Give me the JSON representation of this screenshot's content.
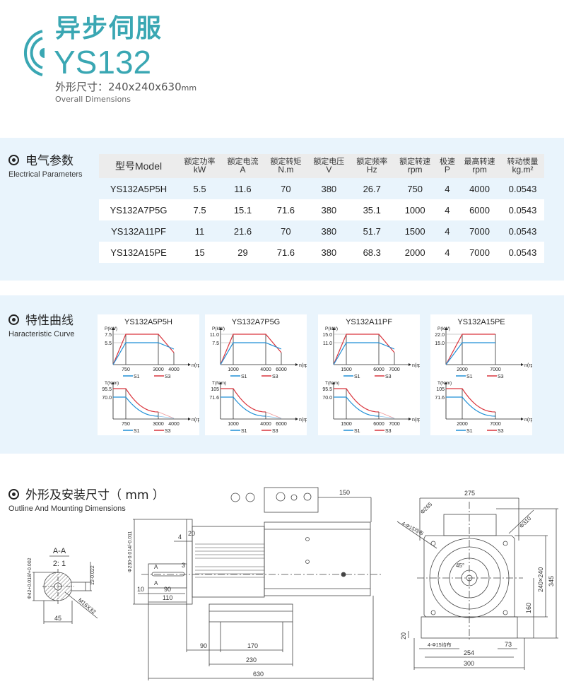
{
  "header": {
    "title_cn": "异步伺服",
    "model": "YS132",
    "dimensions_label": "外形尺寸：240x240x630",
    "dimensions_unit": "mm",
    "dimensions_en": "Overall Dimensions",
    "brand_color": "#3aa7b3"
  },
  "electrical": {
    "title": "电气参数",
    "title_en": "Electrical Parameters",
    "headers": [
      {
        "cn": "型号Model",
        "unit": ""
      },
      {
        "cn": "额定功率",
        "unit": "kW"
      },
      {
        "cn": "额定电流",
        "unit": "A"
      },
      {
        "cn": "额定转矩",
        "unit": "N.m"
      },
      {
        "cn": "额定电压",
        "unit": "V"
      },
      {
        "cn": "额定频率",
        "unit": "Hz"
      },
      {
        "cn": "额定转速",
        "unit": "rpm"
      },
      {
        "cn": "极速",
        "unit": "P"
      },
      {
        "cn": "最高转速",
        "unit": "rpm"
      },
      {
        "cn": "转动惯量",
        "unit": "kg.m²"
      }
    ],
    "rows": [
      [
        "YS132A5P5H",
        "5.5",
        "11.6",
        "70",
        "380",
        "26.7",
        "750",
        "4",
        "4000",
        "0.0543"
      ],
      [
        "YS132A7P5G",
        "7.5",
        "15.1",
        "71.6",
        "380",
        "35.1",
        "1000",
        "4",
        "6000",
        "0.0543"
      ],
      [
        "YS132A11PF",
        "11",
        "21.6",
        "70",
        "380",
        "51.7",
        "1500",
        "4",
        "7000",
        "0.0543"
      ],
      [
        "YS132A15PE",
        "15",
        "29",
        "71.6",
        "380",
        "68.3",
        "2000",
        "4",
        "7000",
        "0.0543"
      ]
    ]
  },
  "curves": {
    "title": "特性曲线",
    "title_en": "Haracteristic Curve"
  },
  "chart_data": [
    {
      "type": "line",
      "title": "YS132A5P5H",
      "p_ylabel": "P(kW)",
      "t_ylabel": "T(N.m)",
      "xlabel": "n(rpm)",
      "p_ticks": [
        "7.5",
        "5.5"
      ],
      "t_ticks": [
        "95.5",
        "70.0"
      ],
      "x_ticks": [
        "750",
        "3000",
        "4000"
      ],
      "rated_speed": 750,
      "const_power_end": 3000,
      "max_speed": 4000,
      "s1_power": 5.5,
      "s3_power": 7.5,
      "s1_torque": 70.0,
      "s3_torque": 95.5,
      "legend": [
        "S1",
        "S3"
      ],
      "colors": {
        "S1": "#1f8fd6",
        "S3": "#d9343c"
      }
    },
    {
      "type": "line",
      "title": "YS132A7P5G",
      "p_ylabel": "P(kW)",
      "t_ylabel": "T(N.m)",
      "xlabel": "n(rpm)",
      "p_ticks": [
        "11.0",
        "7.5"
      ],
      "t_ticks": [
        "105",
        "71.6"
      ],
      "x_ticks": [
        "1000",
        "4000",
        "6000"
      ],
      "rated_speed": 1000,
      "const_power_end": 4000,
      "max_speed": 6000,
      "s1_power": 7.5,
      "s3_power": 11.0,
      "s1_torque": 71.6,
      "s3_torque": 105,
      "legend": [
        "S1",
        "S3"
      ],
      "colors": {
        "S1": "#1f8fd6",
        "S3": "#d9343c"
      }
    },
    {
      "type": "line",
      "title": "YS132A11PF",
      "p_ylabel": "P(kW)",
      "t_ylabel": "T(N.m)",
      "xlabel": "n(rpm)",
      "p_ticks": [
        "15.0",
        "11.0"
      ],
      "t_ticks": [
        "95.5",
        "70.0"
      ],
      "x_ticks": [
        "1500",
        "6000",
        "7000"
      ],
      "rated_speed": 1500,
      "const_power_end": 6000,
      "max_speed": 7000,
      "s1_power": 11.0,
      "s3_power": 15.0,
      "s1_torque": 70.0,
      "s3_torque": 95.5,
      "legend": [
        "S1",
        "S3"
      ],
      "colors": {
        "S1": "#1f8fd6",
        "S3": "#d9343c"
      }
    },
    {
      "type": "line",
      "title": "YS132A15PE",
      "p_ylabel": "P(kW)",
      "t_ylabel": "T(N.m)",
      "xlabel": "n(rpm)",
      "p_ticks": [
        "22.0",
        "15.0"
      ],
      "t_ticks": [
        "105",
        "71.6"
      ],
      "x_ticks": [
        "2000",
        "7000"
      ],
      "rated_speed": 2000,
      "const_power_end": 7000,
      "max_speed": 7000,
      "s1_power": 15.0,
      "s3_power": 22.0,
      "s1_torque": 71.6,
      "s3_torque": 105,
      "legend": [
        "S1",
        "S3"
      ],
      "colors": {
        "S1": "#1f8fd6",
        "S3": "#d9343c"
      }
    }
  ],
  "outline": {
    "title": "外形及安装尺寸（ mm ）",
    "title_en": "Outline And Mounting Dimensions",
    "section": {
      "name": "A-A",
      "scale": "2: 1",
      "dia": "Φ42+0.018/+0.002",
      "key": "12-0.022",
      "width": "45",
      "thread": "M16X32"
    },
    "side": {
      "d4": "4",
      "d20": "20",
      "d3": "3",
      "a_top": "A",
      "a_bot": "A",
      "dia": "Φ230-0.014/-0.011",
      "d10": "10",
      "d90": "90",
      "d110": "110",
      "d150": "150",
      "f90": "90",
      "f170": "170",
      "f230": "230",
      "f630": "630"
    },
    "front": {
      "d275": "275",
      "d265": "Φ265",
      "holes_top": "4-Φ15均布",
      "d310": "Φ310",
      "angle": "45°",
      "sq": "240×240",
      "d345": "345",
      "d160": "160",
      "d20": "20",
      "holes_bot": "4-Φ15均布",
      "d73": "73",
      "d254": "254",
      "d300": "300"
    }
  }
}
